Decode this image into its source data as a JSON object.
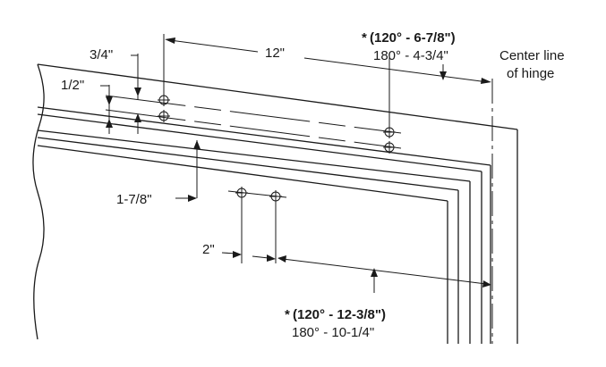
{
  "labels": {
    "dim_3_4": "3/4\"",
    "dim_1_2": "1/2\"",
    "dim_12": "12\"",
    "dim_1_7_8": "1-7/8\"",
    "dim_2": "2\"",
    "top_120_prefix": "*",
    "top_120": "(120° - 6-7/8\")",
    "top_180": "180° - 4-3/4\"",
    "bottom_120_prefix": "*",
    "bottom_120": "(120° - 12-3/8\")",
    "bottom_180": "180° - 10-1/4\"",
    "center_line_1": "Center line",
    "center_line_2": "of hinge"
  }
}
